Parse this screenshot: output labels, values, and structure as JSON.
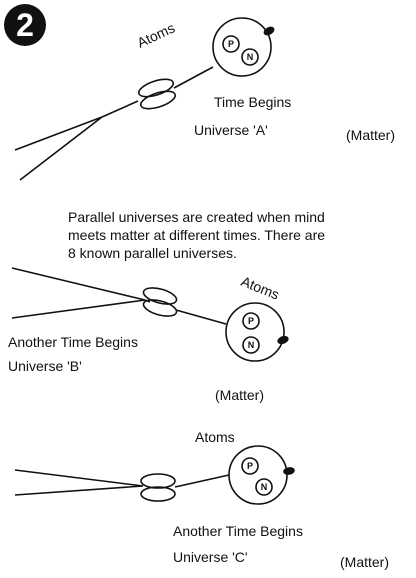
{
  "badge": "2",
  "paragraph": {
    "line1": "Parallel universes are created when mind",
    "line2": "meets matter at different times. There are",
    "line3": "8 known parallel universes."
  },
  "universes": [
    {
      "atoms": "Atoms",
      "proton": "P",
      "neutron": "N",
      "time": "Time Begins",
      "name": "Universe 'A'",
      "matter": "(Matter)"
    },
    {
      "atoms": "Atoms",
      "proton": "P",
      "neutron": "N",
      "time": "Another Time Begins",
      "name": "Universe 'B'",
      "matter": "(Matter)"
    },
    {
      "atoms": "Atoms",
      "proton": "P",
      "neutron": "N",
      "time": "Another Time Begins",
      "name": "Universe 'C'",
      "matter": "(Matter)"
    }
  ],
  "colors": {
    "ink": "#111111",
    "background": "#ffffff"
  }
}
